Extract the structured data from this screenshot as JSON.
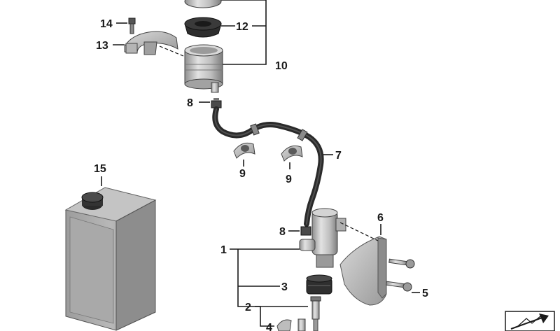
{
  "diagram": {
    "callouts": {
      "c1": "1",
      "c2": "2",
      "c3": "3",
      "c4": "4",
      "c5": "5",
      "c6": "6",
      "c7": "7",
      "c8a": "8",
      "c8b": "8",
      "c9a": "9",
      "c9b": "9",
      "c10": "10",
      "c12": "12",
      "c13": "13",
      "c14": "14",
      "c15": "15"
    }
  },
  "icons": {
    "corner": "parts-list-arrow-icon"
  },
  "colors": {
    "part_light": "#c9c9c9",
    "part_mid": "#a8a8a8",
    "part_dark": "#5c5c5c",
    "hose": "#2a2a2a",
    "text": "#1a1a1a"
  }
}
